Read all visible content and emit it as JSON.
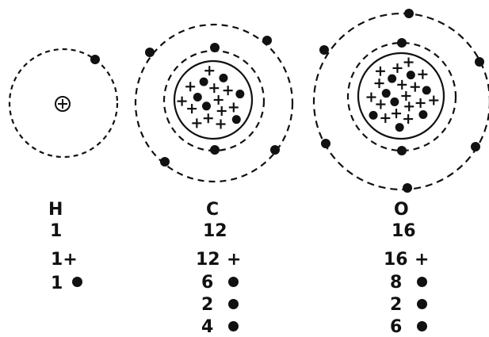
{
  "atoms": [
    {
      "symbol": "H",
      "mass_number": "1",
      "protons_label": "1",
      "proton_sign": "+",
      "electrons_total": "1",
      "shells": [],
      "nucleus_plus_count": 1,
      "inner_shell_electrons": 0,
      "outer_shell_electrons": 1
    },
    {
      "symbol": "C",
      "mass_number": "12",
      "protons_label": "12",
      "proton_sign": "+",
      "electrons_total": "6",
      "shells": [
        "2",
        "4"
      ],
      "nucleus_plus_count": 12,
      "nucleus_neutron_count": 6,
      "inner_shell_electrons": 2,
      "outer_shell_electrons": 4
    },
    {
      "symbol": "O",
      "mass_number": "16",
      "protons_label": "16",
      "proton_sign": "+",
      "electrons_total": "8",
      "shells": [
        "2",
        "6"
      ],
      "nucleus_plus_count": 16,
      "nucleus_neutron_count": 8,
      "inner_shell_electrons": 2,
      "outer_shell_electrons": 6
    }
  ],
  "colors": {
    "ink": "#111111",
    "background": "#ffffff"
  }
}
